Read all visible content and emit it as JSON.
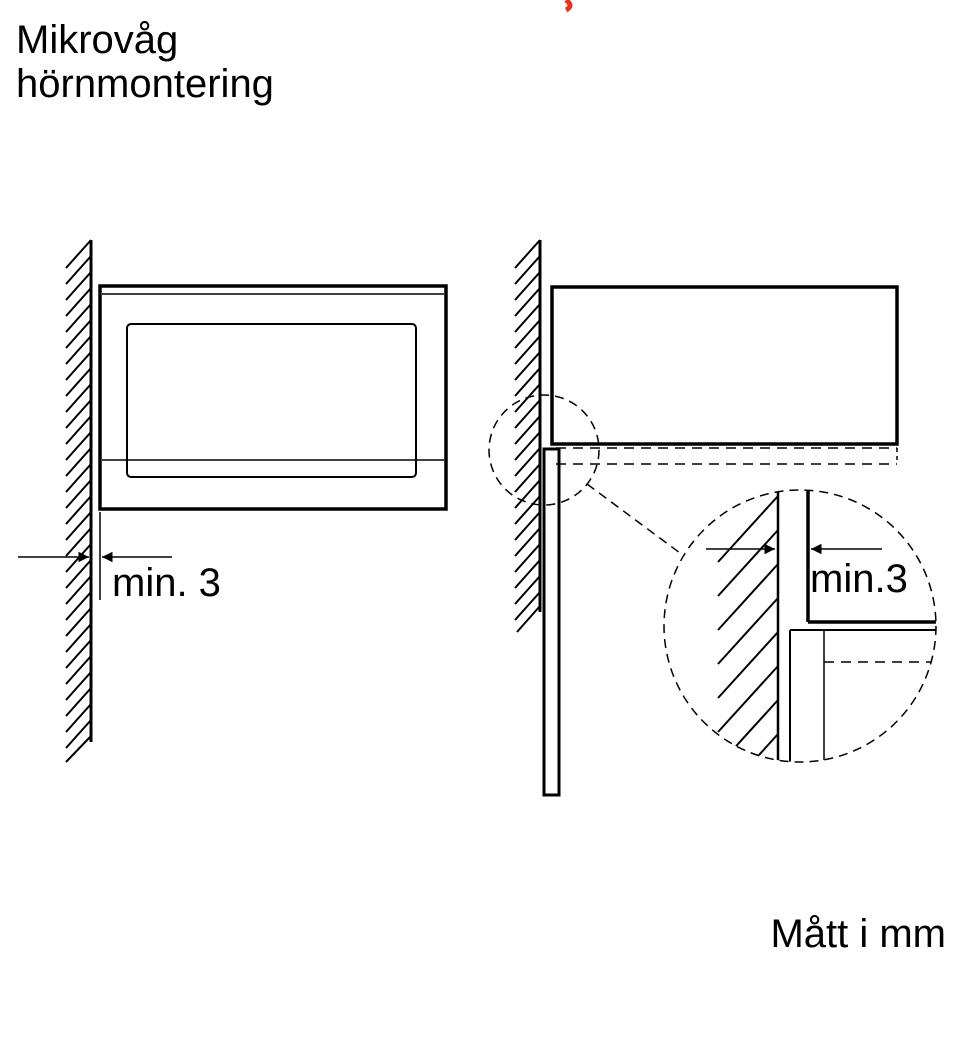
{
  "title": {
    "line1": "Mikrovåg",
    "line2": "hörnmontering"
  },
  "front_view": {
    "dimension_label": "min. 3"
  },
  "side_view": {
    "detail_dimension_label": "min.3"
  },
  "units_note": "Mått i mm",
  "colors": {
    "line": "#000000",
    "background": "#ffffff",
    "accent_mark": "#e8341c"
  }
}
